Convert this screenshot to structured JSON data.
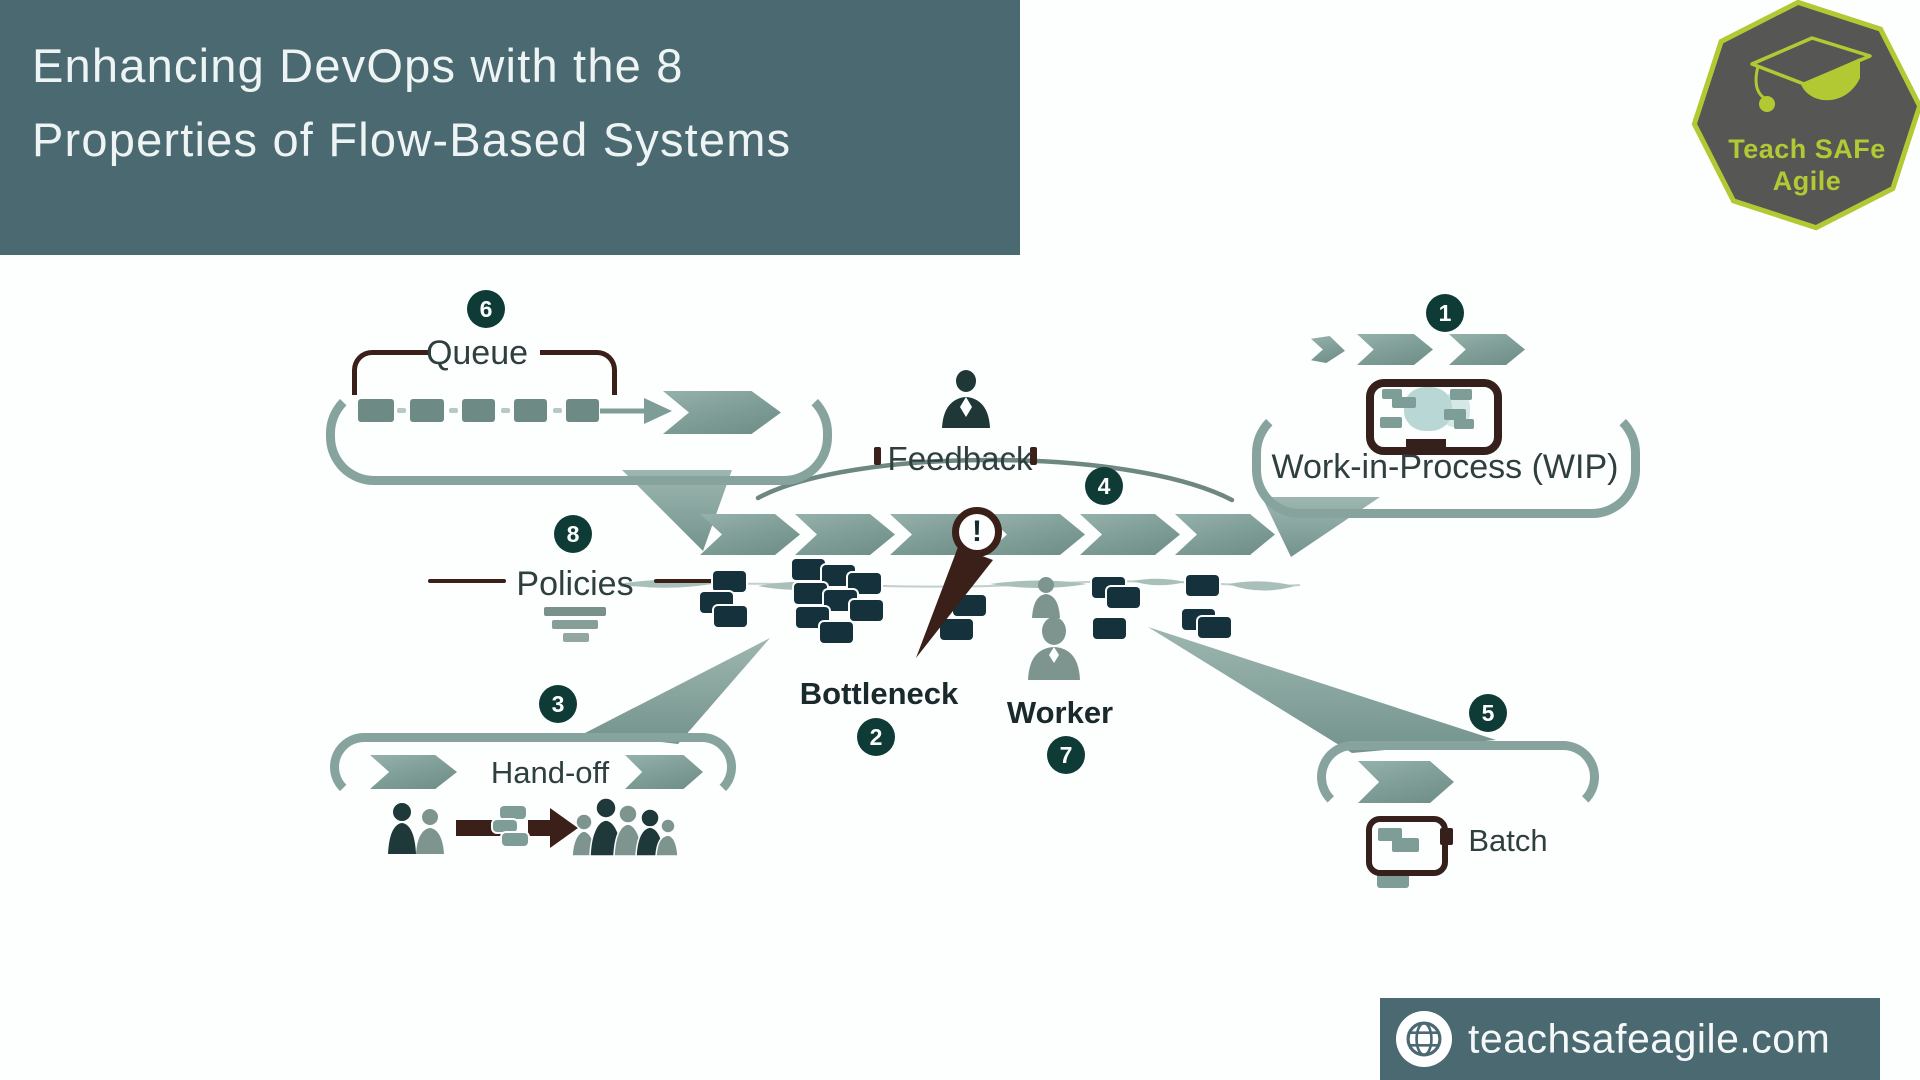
{
  "slide": {
    "title_line1": "Enhancing DevOps with the 8",
    "title_line2": "Properties of Flow-Based Systems"
  },
  "logo": {
    "name_line1": "Teach SAFe",
    "name_line2": "Agile"
  },
  "footer": {
    "website": "teachsafeagile.com"
  },
  "diagram": {
    "wip": {
      "number": "1",
      "label": "Work-in-Process (WIP)"
    },
    "bottleneck": {
      "number": "2",
      "label": "Bottleneck"
    },
    "handoff": {
      "number": "3",
      "label": "Hand-off"
    },
    "feedback": {
      "number": "4",
      "label": "Feedback"
    },
    "batch": {
      "number": "5",
      "label": "Batch"
    },
    "queue": {
      "number": "6",
      "label": "Queue"
    },
    "worker": {
      "number": "7",
      "label": "Worker"
    },
    "policies": {
      "number": "8",
      "label": "Policies"
    },
    "warning_glyph": "!"
  },
  "colors": {
    "teal": "#4a6971",
    "sage": "#7f9d97",
    "badge_dark": "#0e3b36",
    "card_dark": "#15323c",
    "maroon": "#3b2019",
    "logo_green": "#b3c933",
    "logo_gray": "#565655"
  }
}
